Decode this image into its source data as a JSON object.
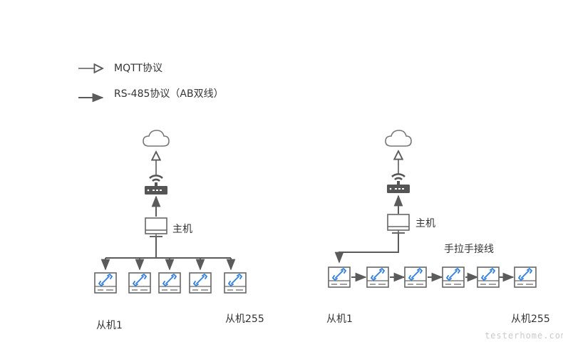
{
  "legend": {
    "mqtt": "MQTT协议",
    "rs485": "RS-485协议（AB双线）"
  },
  "left_topology": {
    "host_label": "主机",
    "slave_first": "从机1",
    "slave_last": "从机255",
    "slave_count_shown": 5
  },
  "right_topology": {
    "host_label": "主机",
    "wiring_label": "手拉手接线",
    "slave_first": "从机1",
    "slave_last": "从机255",
    "slave_count_shown": 6
  },
  "watermark": "testerhome.com",
  "colors": {
    "line": "#5b5b5b",
    "device_fill": "#ffffff",
    "device_stroke": "#666666",
    "wrench": "#2f7fe0",
    "router": "#555555"
  },
  "icons": [
    "cloud-icon",
    "router-icon",
    "host-computer-icon",
    "slave-device-icon",
    "wrench-icon"
  ]
}
